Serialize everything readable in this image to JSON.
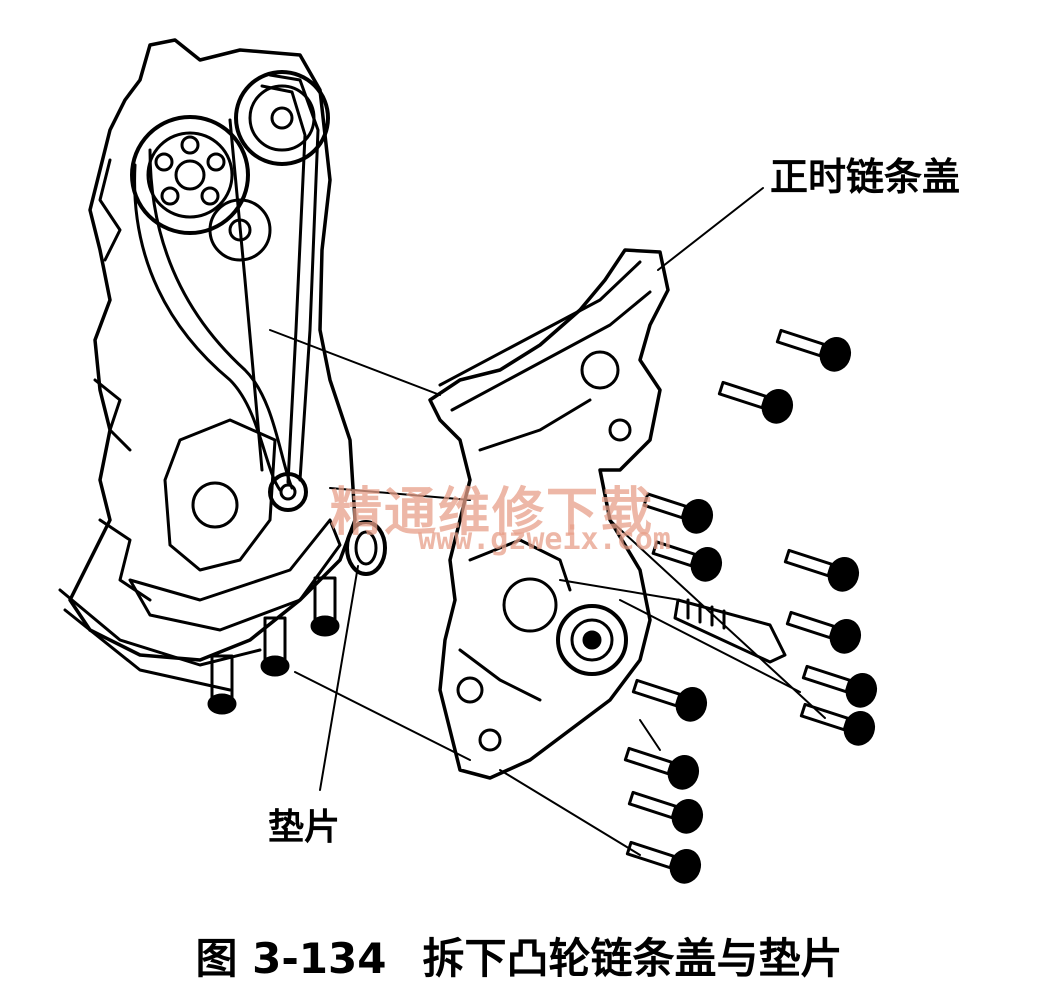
{
  "labels": {
    "timing_chain_cover": "正时链条盖",
    "gasket": "垫片"
  },
  "caption": {
    "number": "图 3-134",
    "title": "拆下凸轮链条盖与垫片"
  },
  "watermark": {
    "text": "精通维修下载",
    "url": "www.gzweix.com"
  }
}
